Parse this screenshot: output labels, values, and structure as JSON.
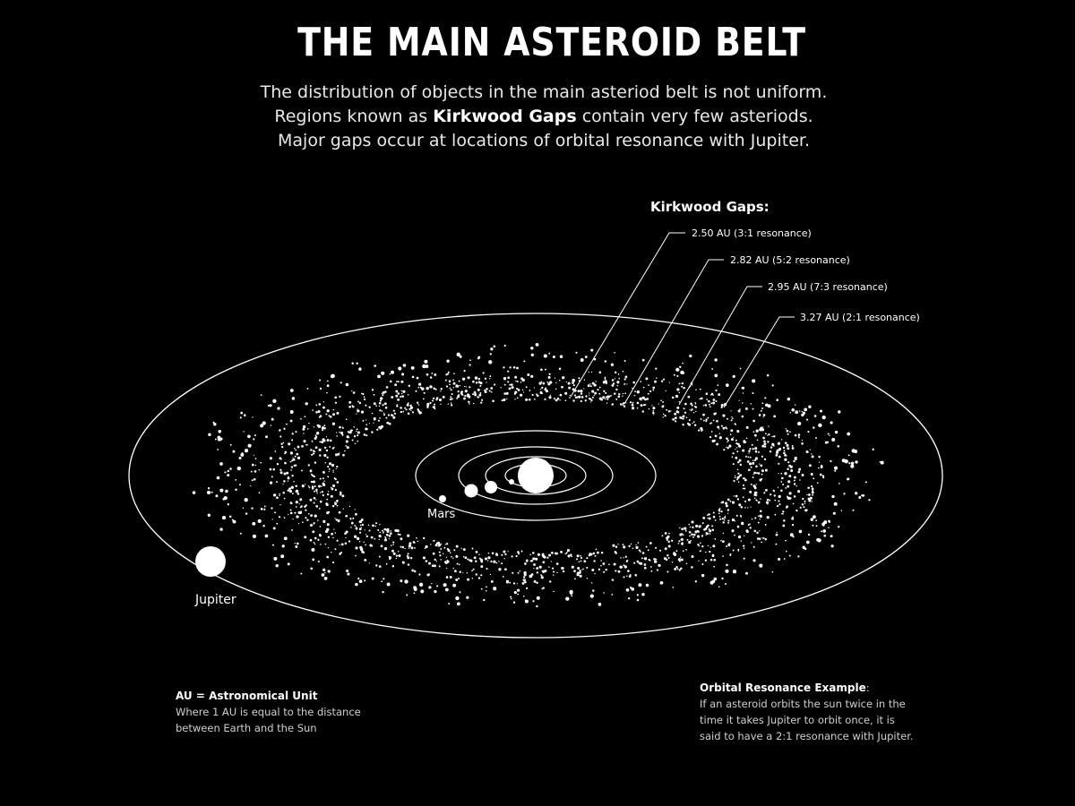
{
  "title": "THE MAIN ASTEROID BELT",
  "subtitle": {
    "line1": "The distribution of objects in the main asteriod belt is not uniform.",
    "line2_pre": "Regions known as ",
    "line2_kw": "Kirkwood Gaps",
    "line2_post": " contain very few asteriods.",
    "line3": "Major gaps occur at locations of orbital resonance with Jupiter."
  },
  "gaps": {
    "heading": "Kirkwood Gaps:",
    "items": [
      {
        "label": "2.50 AU (3:1 resonance)",
        "distance_au": 2.5,
        "resonance": "3:1"
      },
      {
        "label": "2.82 AU (5:2 resonance)",
        "distance_au": 2.82,
        "resonance": "5:2"
      },
      {
        "label": "2.95 AU (7:3 resonance)",
        "distance_au": 2.95,
        "resonance": "7:3"
      },
      {
        "label": "3.27 AU (2:1 resonance)",
        "distance_au": 3.27,
        "resonance": "2:1"
      }
    ]
  },
  "planets": {
    "mars": "Mars",
    "jupiter": "Jupiter"
  },
  "notes": {
    "au_heading": "AU = Astronomical Unit",
    "au_line1": "Where 1 AU is equal to the distance",
    "au_line2": "between Earth and the Sun",
    "res_heading": "Orbital Resonance Example",
    "res_colon": ":",
    "res_line1": "If an asteroid orbits the sun twice in the",
    "res_line2": "time it takes Jupiter to orbit once, it is",
    "res_line3": "said to have a 2:1 resonance with Jupiter."
  },
  "colors": {
    "background": "#000000",
    "foreground": "#ffffff"
  }
}
